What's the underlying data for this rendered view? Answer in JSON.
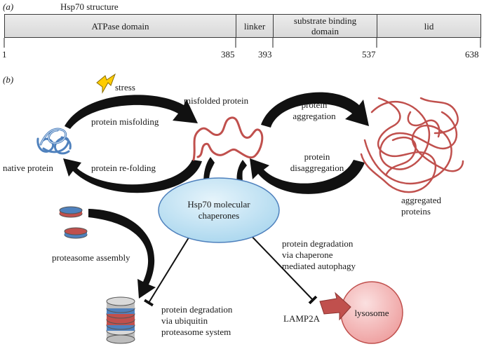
{
  "panel_a": {
    "label": "(a)",
    "title": "Hsp70 structure",
    "segments": [
      {
        "label": "ATPase domain"
      },
      {
        "label": "linker"
      },
      {
        "label": "substrate binding domain",
        "label_line1": "substrate binding",
        "label_line2": "domain"
      },
      {
        "label": "lid"
      }
    ],
    "ticks": [
      "1",
      "385",
      "393",
      "537",
      "638"
    ]
  },
  "panel_b": {
    "label": "(b)",
    "stress": "stress",
    "misfolded_protein": "misfolded protein",
    "native_protein": "native protein",
    "protein_misfolding": "protein misfolding",
    "protein_refolding": "protein re-folding",
    "protein_aggregation_1": "protein",
    "protein_aggregation_2": "aggregation",
    "protein_disaggregation_1": "protein",
    "protein_disaggregation_2": "disaggregation",
    "aggregated_1": "aggregated",
    "aggregated_2": "proteins",
    "hsp70_1": "Hsp70 molecular",
    "hsp70_2": "chaperones",
    "proteasome_assembly": "proteasome assembly",
    "ups_1": "protein degradation",
    "ups_2": "via ubiquitin",
    "ups_3": "proteasome system",
    "cma_1": "protein degradation",
    "cma_2": "via chaperone",
    "cma_3": "mediated autophagy",
    "lamp2a": "LAMP2A",
    "lysosome": "lysosome"
  },
  "colors": {
    "arrow": "#111111",
    "protein_red": "#c0504d",
    "protein_blue": "#4f81bd",
    "hsp70_fill": "#b9def2",
    "hsp70_stroke": "#4f81bd",
    "lysosome_fill": "#f3b2b2",
    "lysosome_stroke": "#c0504d",
    "bolt": "#ffcc00"
  }
}
